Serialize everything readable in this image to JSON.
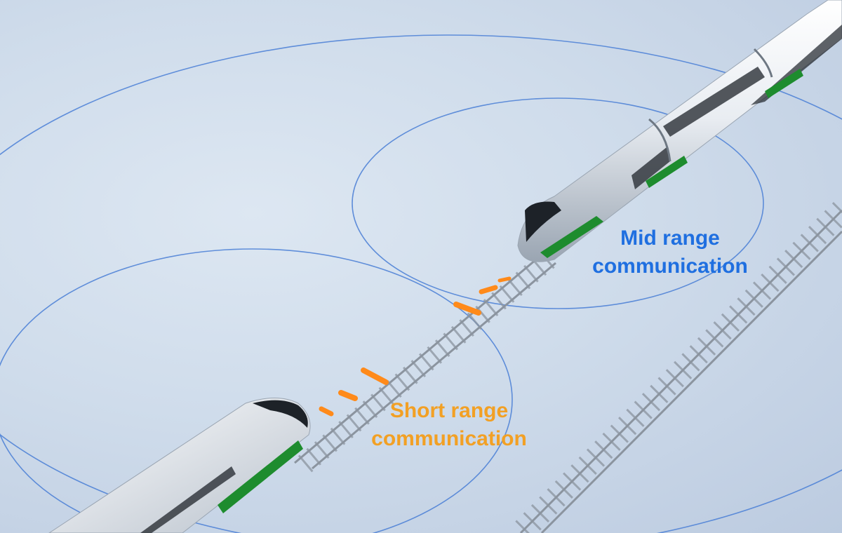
{
  "labels": {
    "mid_range": [
      "Mid range",
      "communication"
    ],
    "short_range": [
      "Short range",
      "communication"
    ]
  },
  "colors": {
    "mid_range_text": "#1f6fe0",
    "short_range_text": "#f2a024",
    "range_circle": "#4a7fd6",
    "signal_marker": "#ff8a1a",
    "train_stripe": "#1e8c2e",
    "background": "#cfdceb"
  },
  "icons": {
    "train": "high-speed-train",
    "track": "railway-track",
    "signal": "orange-signal-marker"
  }
}
